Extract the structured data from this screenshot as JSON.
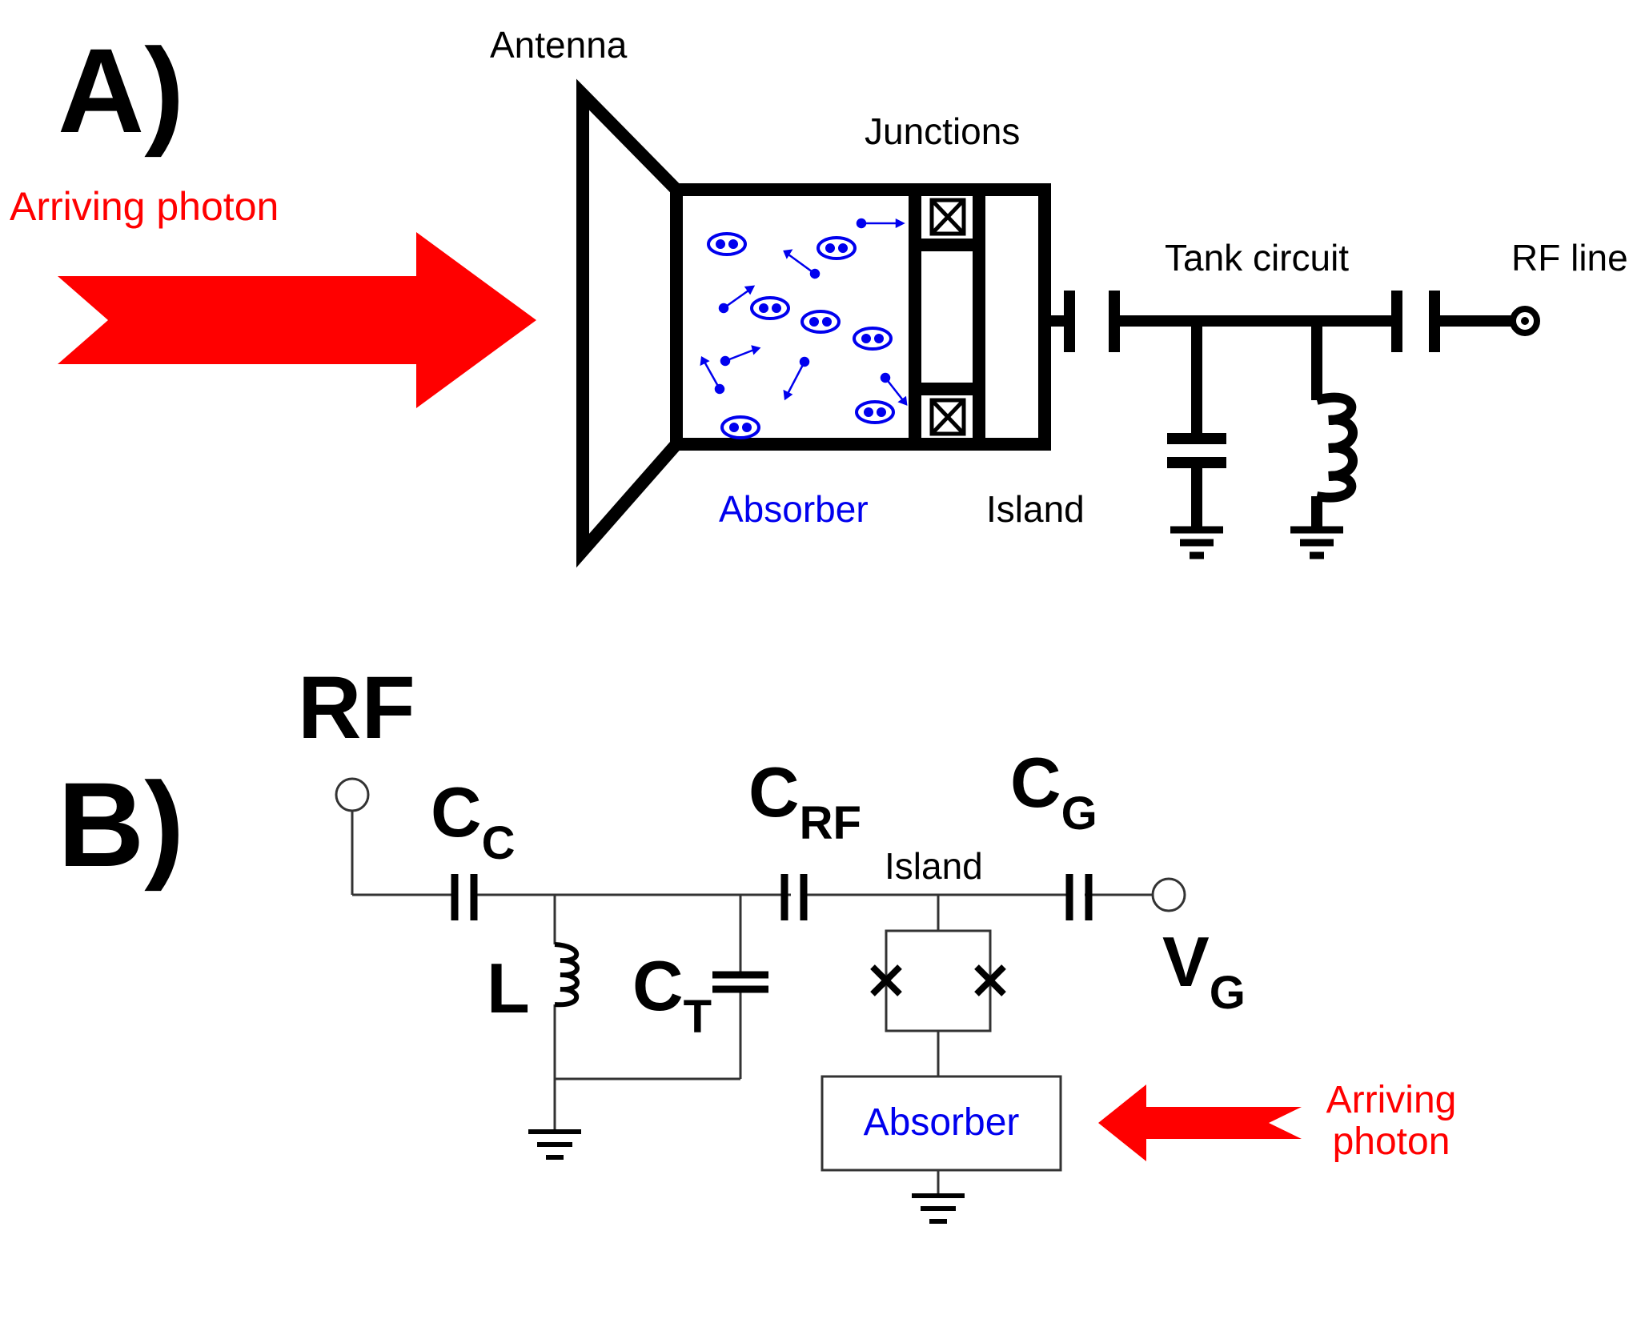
{
  "colors": {
    "photon": "#ff0000",
    "absorber": "#0000ee",
    "line": "#000000",
    "thin_line": "#333333"
  },
  "panel_a": {
    "label": "A)",
    "arriving_photon": "Arriving photon",
    "antenna": "Antenna",
    "junctions": "Junctions",
    "absorber": "Absorber",
    "island": "Island",
    "tank_circuit": "Tank circuit",
    "rf_line": "RF line"
  },
  "panel_b": {
    "label": "B)",
    "rf": "RF",
    "cc": {
      "main": "C",
      "sub": "C"
    },
    "crf": {
      "main": "C",
      "sub": "RF"
    },
    "cg": {
      "main": "C",
      "sub": "G"
    },
    "ct": {
      "main": "C",
      "sub": "T"
    },
    "vg": {
      "main": "V",
      "sub": "G"
    },
    "l": "L",
    "island": "Island",
    "absorber": "Absorber",
    "arriving_photon_line1": "Arriving",
    "arriving_photon_line2": "photon"
  }
}
